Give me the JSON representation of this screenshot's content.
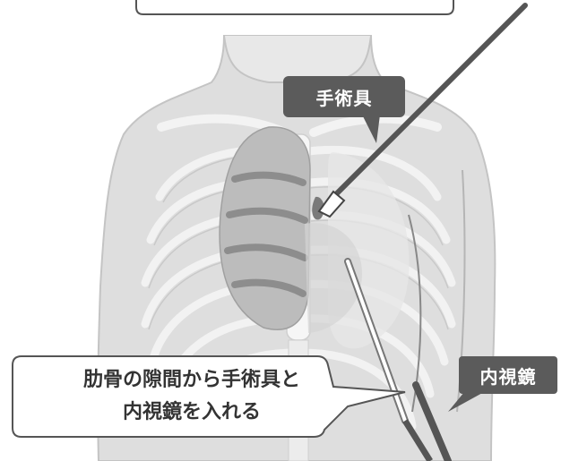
{
  "labels": {
    "instrument": "手術具",
    "endoscope": "内視鏡"
  },
  "callout": {
    "line1": "肋骨の隙間から手術具と",
    "line2": "内視鏡を入れる"
  },
  "colors": {
    "label_bg": "#5b5b5b",
    "body": "#dedede",
    "ribs": "#f1f1f1",
    "lung": "#b9b9b9",
    "lung_stripes": "#8d8d8d",
    "instrument": "#555555"
  }
}
